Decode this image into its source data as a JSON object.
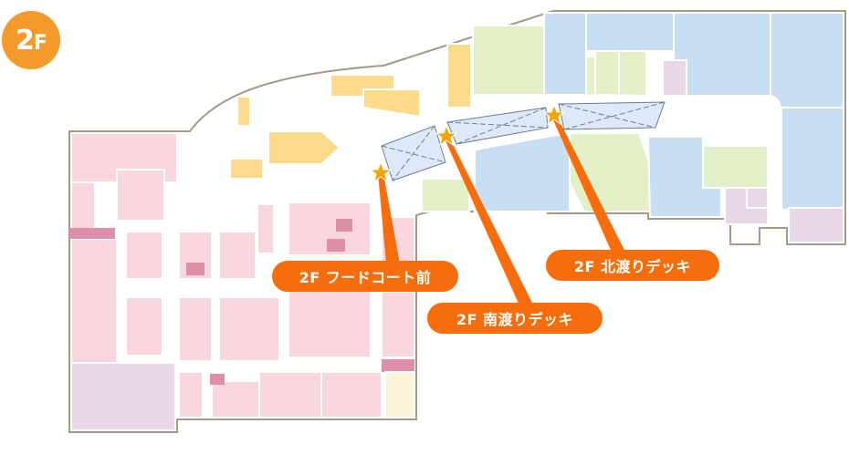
{
  "floor": {
    "number": "2",
    "suffix": "F"
  },
  "callouts": {
    "food_court": "2F フードコート前",
    "south_deck": "2F 南渡りデッキ",
    "north_deck": "2F 北渡りデッキ"
  },
  "colors": {
    "accent_orange": "#f76d0c",
    "badge_orange": "#f39a2b",
    "star": "#f4a300",
    "shop_pink": "#f8d6de",
    "shop_dark_pink": "#de8fa8",
    "food_yellow": "#fbdb8a",
    "shop_blue": "#c8def3",
    "shop_green": "#e3efc6",
    "shop_lavender": "#e9d7e8",
    "corridor": "#ffffff",
    "outline": "#a39a87"
  },
  "icons": {
    "marker": "star-icon"
  }
}
